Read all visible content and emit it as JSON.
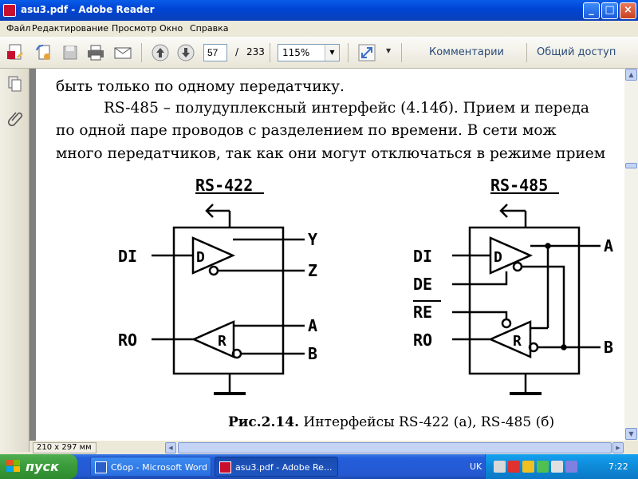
{
  "window": {
    "title": "asu3.pdf - Adobe Reader",
    "min": "_",
    "max": "□",
    "close": "×"
  },
  "menu": [
    "Файл",
    "Редактирование",
    "Просмотр",
    "Окно",
    "Справка"
  ],
  "toolbar": {
    "page_current": "57",
    "page_sep": "/",
    "page_total": "233",
    "zoom": "115%",
    "comments": "Комментарии",
    "share": "Общий доступ"
  },
  "document": {
    "lines": [
      "быть только по одному передатчику.",
      "RS-485 – полудуплексный интерфейс (4.14б). Прием и переда",
      "по одной паре проводов с разделением по времени. В сети мож",
      "много передатчиков, так как они могут отключаться в режиме прием"
    ],
    "caption_bold": "Рис.2.14.",
    "caption_rest": " Интерфейсы RS-422 (а),        RS-485 (б)",
    "diagram": {
      "left": {
        "title": "RS-422",
        "DI": "DI",
        "RO": "RO",
        "D": "D",
        "R": "R",
        "Y": "Y",
        "Z": "Z",
        "A": "A",
        "B": "B"
      },
      "right": {
        "title": "RS-485",
        "DI": "DI",
        "DE": "DE",
        "RE": "RE",
        "RO": "RO",
        "D": "D",
        "R": "R",
        "A": "A",
        "B": "B"
      }
    }
  },
  "status": {
    "page_size": "210 x 297 мм"
  },
  "taskbar": {
    "start": "пуск",
    "tasks": [
      {
        "label": "Сбор - Microsoft Word",
        "active": false
      },
      {
        "label": "asu3.pdf - Adobe Re...",
        "active": true
      }
    ],
    "lang": "UK",
    "clock": "7:22"
  },
  "colors": {
    "titlebar": "#0046d6",
    "taskbar": "#245edb",
    "start": "#3a9a3a",
    "tray": "#0e8ad8"
  }
}
